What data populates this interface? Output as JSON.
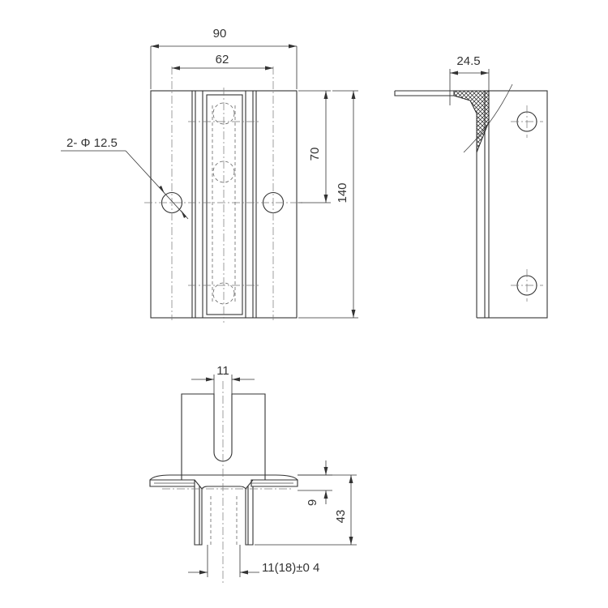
{
  "drawing": {
    "front_view": {
      "dim_overall_width": "90",
      "dim_hole_spacing": "62",
      "dim_hole_callout": "2- Φ 12.5",
      "dim_slot_length": "70",
      "dim_overall_height": "140"
    },
    "side_view": {
      "dim_flange_depth": "24.5"
    },
    "bottom_view": {
      "dim_slot_width": "11",
      "dim_flange_height": "9",
      "dim_total_height": "43",
      "dim_channel_width": "11(18)±0 4"
    }
  }
}
